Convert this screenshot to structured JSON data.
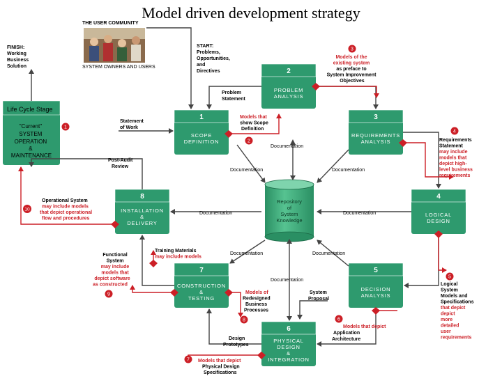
{
  "title": "Model driven development strategy",
  "header": {
    "community": "THE USER COMMUNITY",
    "owners": "SYSTEM OWNERS AND USERS"
  },
  "finish": [
    "FINISH:",
    "Working",
    "Business",
    "Solution"
  ],
  "start": [
    "START:",
    "Problems,",
    "Opportunities,",
    "and",
    "Directives"
  ],
  "lifecycle": {
    "stage": "Life Cycle Stage",
    "body": [
      "\"Current\"",
      "SYSTEM",
      "OPERATION",
      "&",
      "MAINTENANCE"
    ]
  },
  "phases": [
    {
      "num": "2",
      "title": [
        "PROBLEM",
        "ANALYSIS"
      ]
    },
    {
      "num": "1",
      "title": [
        "SCOPE",
        "DEFINITION"
      ]
    },
    {
      "num": "3",
      "title": [
        "REQUIREMENTS",
        "ANALYSIS"
      ]
    },
    {
      "num": "4",
      "title": [
        "LOGICAL",
        "DESIGN"
      ]
    },
    {
      "num": "5",
      "title": [
        "DECISION",
        "ANALYSIS"
      ]
    },
    {
      "num": "6",
      "title": [
        "PHYSICAL",
        "DESIGN",
        "&",
        "INTEGRATION"
      ]
    },
    {
      "num": "7",
      "title": [
        "CONSTRUCTION",
        "&",
        "TESTING"
      ]
    },
    {
      "num": "8",
      "title": [
        "INSTALLATION",
        "&",
        "DELIVERY"
      ]
    }
  ],
  "repository": [
    "Repository",
    "of",
    "System",
    "Knowledge"
  ],
  "documentation": "Documentation",
  "labels": {
    "problem_statement": [
      "Problem",
      "Statement"
    ],
    "statement_of_work": [
      "Statement",
      "of Work"
    ],
    "post_audit": [
      "Post-Audit",
      "Review"
    ],
    "system_proposal": [
      "System",
      "Proposal"
    ],
    "design_prototypes": [
      "Design",
      "Prototypes"
    ],
    "app_arch": [
      "Application",
      "Architecture"
    ]
  },
  "callouts": {
    "c1": {
      "num": "1"
    },
    "c2": {
      "num": "2"
    },
    "c3": {
      "num": "3",
      "lines": [
        [
          "Models of the",
          "red"
        ],
        [
          "existing system",
          "red"
        ],
        [
          "as preface to",
          "black"
        ],
        [
          "System Improvement",
          "black"
        ],
        [
          "Objectives",
          "black"
        ]
      ]
    },
    "c_scope": {
      "lines": [
        [
          "Models that",
          "red"
        ],
        [
          "show Scope",
          "mix"
        ],
        [
          "Definition",
          "black"
        ]
      ]
    },
    "c4": {
      "num": "4",
      "lines": [
        [
          "Requirements",
          "black"
        ],
        [
          "Statement",
          "black"
        ],
        [
          "may include",
          "red"
        ],
        [
          "models that",
          "red"
        ],
        [
          "depict high-",
          "red"
        ],
        [
          "level business",
          "red"
        ],
        [
          "requirements",
          "red"
        ]
      ]
    },
    "c5": {
      "num": "5",
      "lines": [
        [
          "Logical",
          "black"
        ],
        [
          "System",
          "black"
        ],
        [
          "Models and",
          "black"
        ],
        [
          "Specifications",
          "black"
        ],
        [
          "that depict",
          "red"
        ],
        [
          "depict",
          "red"
        ],
        [
          "more",
          "red"
        ],
        [
          "detailed",
          "red"
        ],
        [
          "user",
          "red"
        ],
        [
          "requirements",
          "red"
        ]
      ]
    },
    "c6": {
      "num": "6",
      "line": "Models that depict"
    },
    "c7": {
      "num": "7",
      "lines": [
        [
          "Models that depict",
          "red"
        ],
        [
          "Physical Design",
          "black"
        ],
        [
          "Specifications",
          "black"
        ]
      ]
    },
    "c8": {
      "num": "8",
      "lines": [
        [
          "Models of",
          "red"
        ],
        [
          "Redesigned",
          "black"
        ],
        [
          "Business",
          "black"
        ],
        [
          "Processes",
          "black"
        ]
      ]
    },
    "c9": {
      "num": "9",
      "lines": [
        [
          "Functional",
          "black"
        ],
        [
          "System",
          "black"
        ],
        [
          "may include",
          "red"
        ],
        [
          "models that",
          "red"
        ],
        [
          "depict software",
          "red"
        ],
        [
          "as constructed",
          "red"
        ]
      ]
    },
    "c10": {
      "num": "10",
      "lines": [
        [
          "Operational System",
          "black"
        ],
        [
          "may include models",
          "red"
        ],
        [
          "that depict operational",
          "red"
        ],
        [
          "flow and procedures",
          "red"
        ]
      ]
    },
    "training": {
      "lines": [
        [
          "Training Materials",
          "black"
        ],
        [
          "may include models",
          "red"
        ]
      ]
    }
  },
  "colors": {
    "green": "#2e9a6e",
    "red": "#cc1f26",
    "gray": "#444444"
  }
}
